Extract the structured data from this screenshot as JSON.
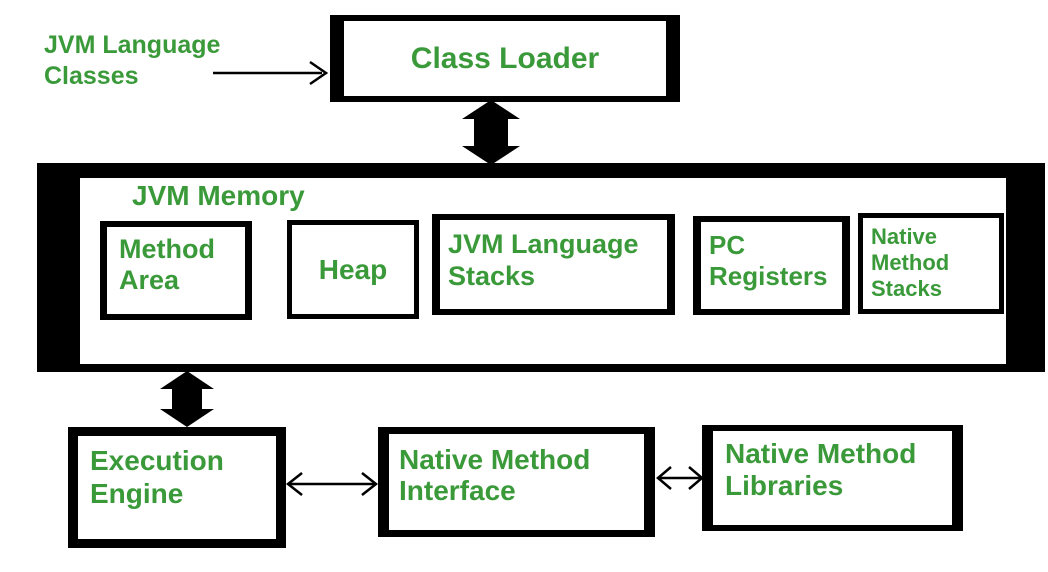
{
  "colors": {
    "accent_green": "#3a9a3a",
    "line_black": "#000000",
    "background": "#ffffff"
  },
  "nodes": {
    "input_label": "JVM Language\nClasses",
    "class_loader": "Class Loader",
    "jvm_memory": {
      "title": "JVM Memory",
      "components": [
        "Method\nArea",
        "Heap",
        "JVM Language\nStacks",
        "PC\nRegisters",
        "Native\nMethod\nStacks"
      ]
    },
    "execution_engine": "Execution\nEngine",
    "native_method_interface": "Native Method\nInterface",
    "native_method_libraries": "Native Method\nLibraries"
  },
  "connections": [
    {
      "from": "jvm-language-classes",
      "to": "class-loader",
      "style": "single-arrow"
    },
    {
      "from": "class-loader",
      "to": "jvm-memory",
      "style": "thick-double-arrow"
    },
    {
      "from": "jvm-memory",
      "to": "execution-engine",
      "style": "thick-double-arrow"
    },
    {
      "from": "execution-engine",
      "to": "native-method-interface",
      "style": "thin-double-arrow"
    },
    {
      "from": "native-method-interface",
      "to": "native-method-libraries",
      "style": "thin-double-arrow"
    }
  ]
}
